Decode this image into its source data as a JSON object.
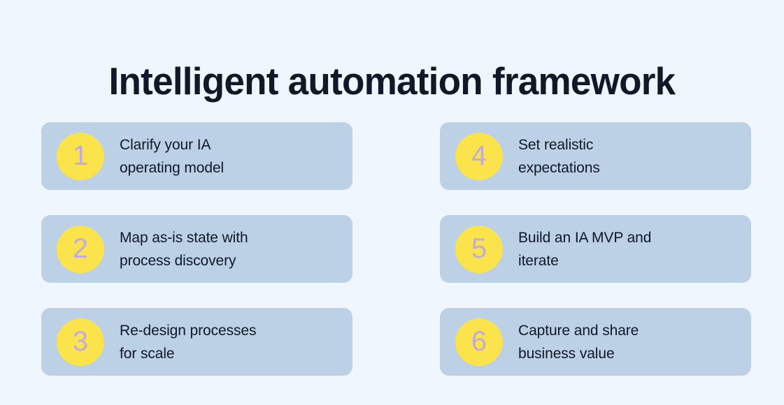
{
  "page": {
    "background_color": "#eff6fe",
    "title": "Intelligent automation framework",
    "title_color": "#111827"
  },
  "theme": {
    "card_background": "#bcd0e6",
    "badge_background": "#fbe44b",
    "badge_number_color": "#c2acda",
    "body_text_color": "#111827"
  },
  "steps": [
    {
      "number": "1",
      "line1": "Clarify your IA",
      "line2": "operating model"
    },
    {
      "number": "2",
      "line1": "Map as-is state with",
      "line2": "process discovery"
    },
    {
      "number": "3",
      "line1": "Re-design processes",
      "line2": "for scale"
    },
    {
      "number": "4",
      "line1": "Set realistic",
      "line2": "expectations"
    },
    {
      "number": "5",
      "line1": "Build an IA MVP and",
      "line2": "iterate"
    },
    {
      "number": "6",
      "line1": "Capture and share",
      "line2": "business value"
    }
  ]
}
